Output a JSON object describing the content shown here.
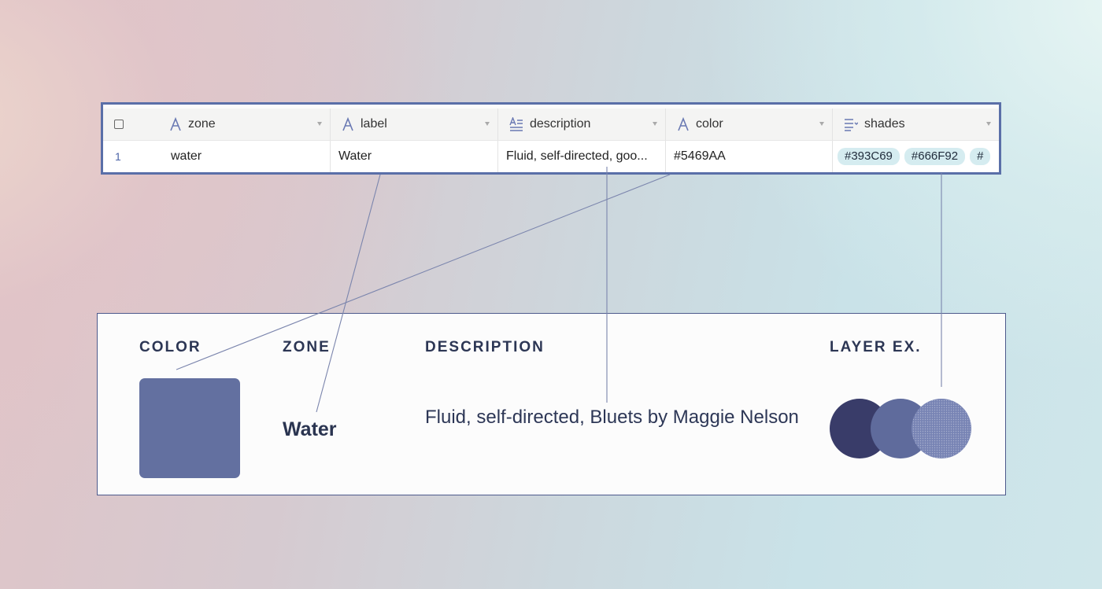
{
  "table": {
    "columns": [
      {
        "name": "zone",
        "icon": "text-field-icon"
      },
      {
        "name": "label",
        "icon": "text-field-icon"
      },
      {
        "name": "description",
        "icon": "long-text-field-icon"
      },
      {
        "name": "color",
        "icon": "text-field-icon"
      },
      {
        "name": "shades",
        "icon": "multi-select-field-icon"
      }
    ],
    "row": {
      "number": "1",
      "zone": "water",
      "label": "Water",
      "description": "Fluid, self-directed, goo...",
      "color": "#5469AA",
      "shades": [
        "#393C69",
        "#666F92",
        "#"
      ]
    }
  },
  "card": {
    "headers": {
      "color": "COLOR",
      "zone": "ZONE",
      "description": "DESCRIPTION",
      "layer": "LAYER EX."
    },
    "zone_value": "Water",
    "description_value": "Fluid, self-directed, Bluets by Maggie Nelson",
    "swatch_color": "#6370A0",
    "layer_colors": [
      "#393C69",
      "#5F6B9C",
      "#7884B4"
    ]
  },
  "colors": {
    "grid_border": "#5a6fa8",
    "connector_line": "#7b85ad",
    "chip_background": "#d5ecf0"
  }
}
